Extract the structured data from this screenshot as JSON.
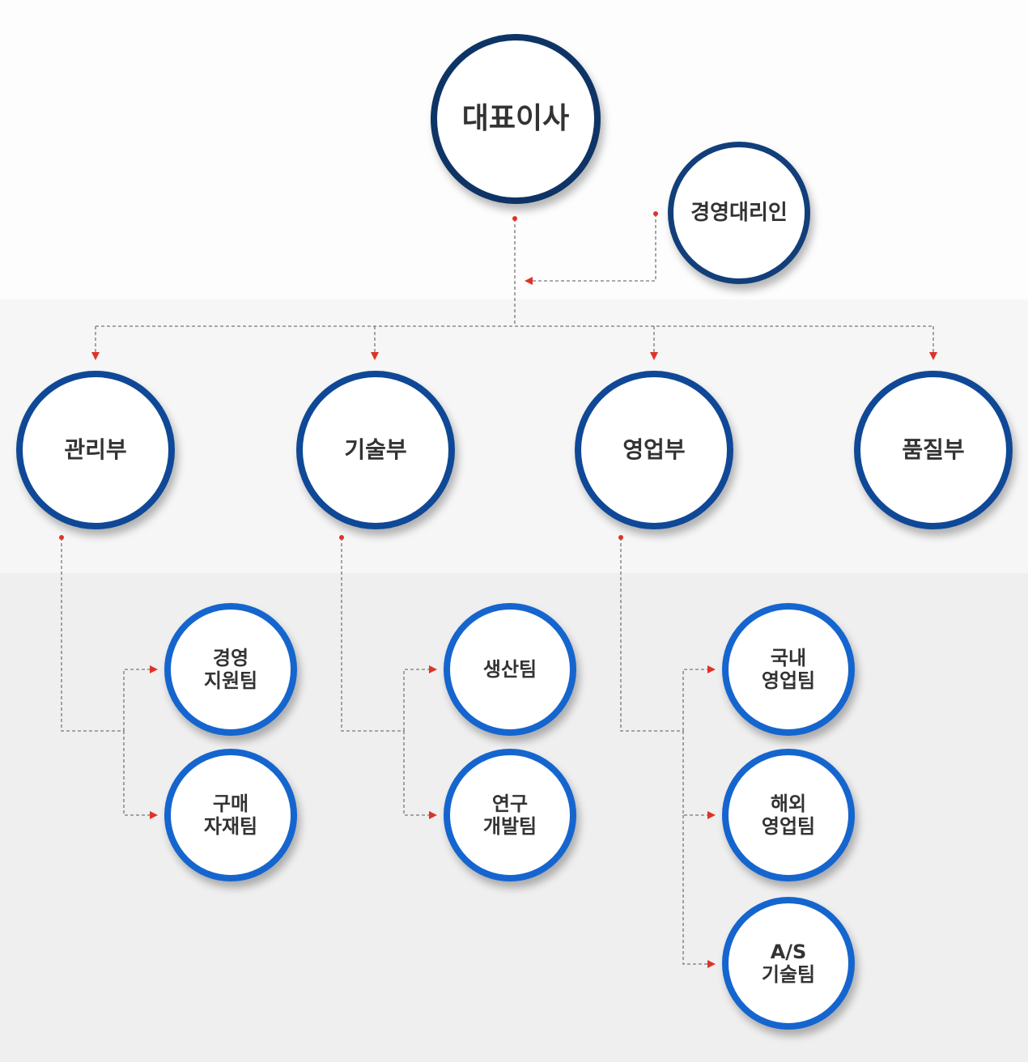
{
  "colors": {
    "ceo_border": "#0e3466",
    "agent_border": "#123f7a",
    "dept_border": "#0f4896",
    "team_border": "#1565cf",
    "connector": "#777777",
    "arrow": "#e03227"
  },
  "org": {
    "ceo": "대표이사",
    "agent": "경영대리인",
    "departments": [
      {
        "label": "관리부"
      },
      {
        "label": "기술부"
      },
      {
        "label": "영업부"
      },
      {
        "label": "품질부"
      }
    ],
    "teams": {
      "management": [
        "경영\n지원팀",
        "구매\n자재팀"
      ],
      "technology": [
        "생산팀",
        "연구\n개발팀"
      ],
      "sales": [
        "국내\n영업팀",
        "해외\n영업팀",
        "A/S\n기술팀"
      ]
    }
  }
}
